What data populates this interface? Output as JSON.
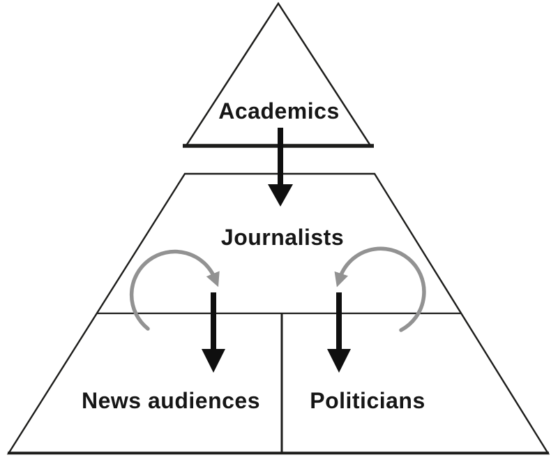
{
  "diagram": {
    "labels": {
      "tier1": "Academics",
      "tier2": "Journalists",
      "tier3_left": "News audiences",
      "tier3_right": "Politicians"
    },
    "colors": {
      "background": "#ffffff",
      "line": "#1d1d1b",
      "text": "#161616",
      "arrow": "#0f0f0f",
      "loop_arrow": "#929292"
    },
    "icons": {
      "down_arrow": "▼",
      "loop_arrow_left": "↻",
      "loop_arrow_right": "↺"
    }
  }
}
